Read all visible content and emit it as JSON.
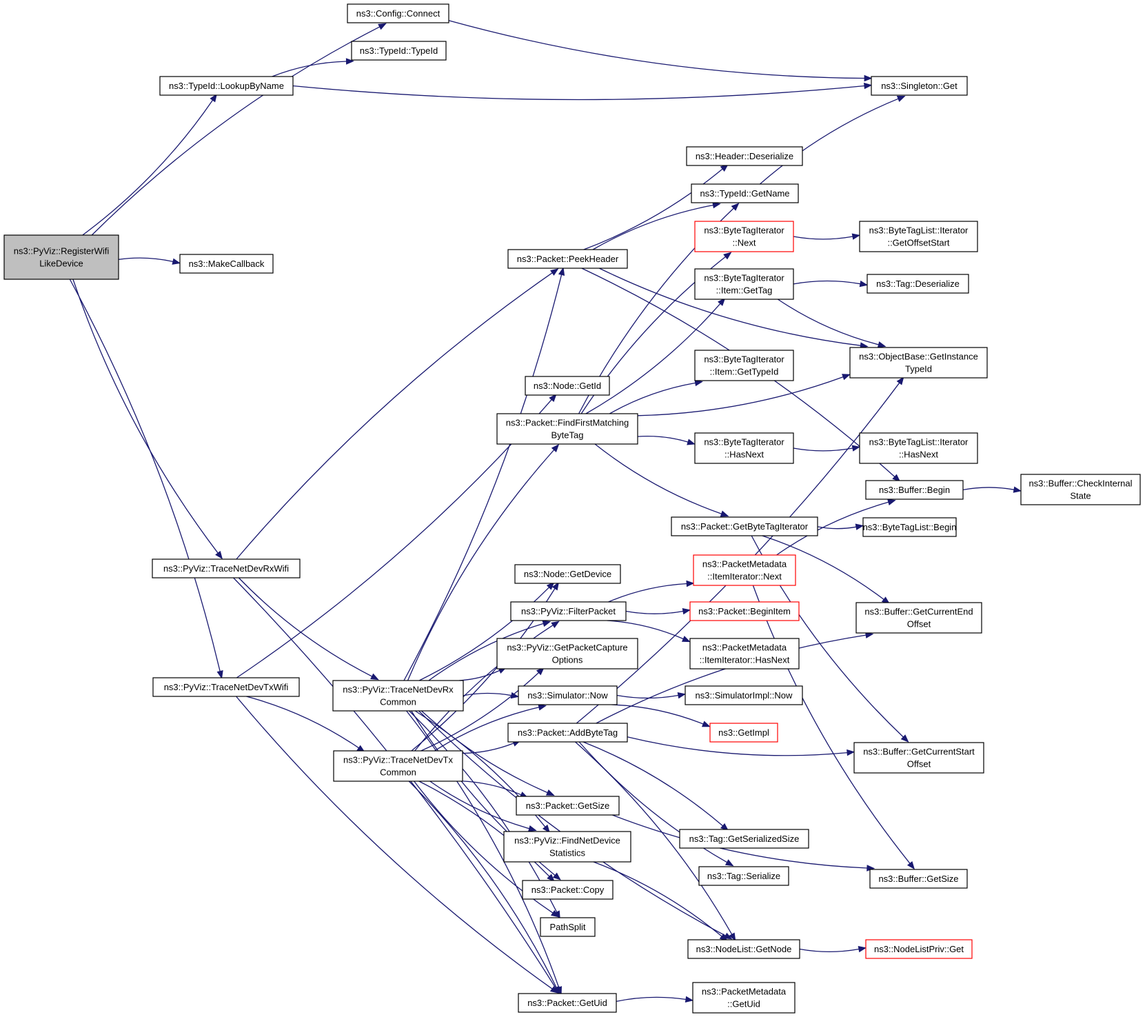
{
  "diagram": {
    "kind": "call-graph",
    "colors": {
      "edge": "#191970",
      "box_border": "#000000",
      "box_border_truncated": "#ff0000",
      "root_fill": "#bfbfbf",
      "background": "#ffffff"
    },
    "nodes": [
      {
        "id": "root",
        "lines": [
          "ns3::PyViz::RegisterWifi",
          "LikeDevice"
        ],
        "style": "root"
      },
      {
        "id": "config_connect",
        "lines": [
          "ns3::Config::Connect"
        ]
      },
      {
        "id": "typeid_typeid",
        "lines": [
          "ns3::TypeId::TypeId"
        ]
      },
      {
        "id": "typeid_lookup",
        "lines": [
          "ns3::TypeId::LookupByName"
        ]
      },
      {
        "id": "singleton_get",
        "lines": [
          "ns3::Singleton::Get"
        ]
      },
      {
        "id": "makecallback",
        "lines": [
          "ns3::MakeCallback"
        ]
      },
      {
        "id": "header_deser",
        "lines": [
          "ns3::Header::Deserialize"
        ]
      },
      {
        "id": "typeid_getname",
        "lines": [
          "ns3::TypeId::GetName"
        ]
      },
      {
        "id": "bti_next",
        "lines": [
          "ns3::ByteTagIterator",
          "::Next"
        ],
        "style": "red"
      },
      {
        "id": "btl_getoffsetstart",
        "lines": [
          "ns3::ByteTagList::Iterator",
          "::GetOffsetStart"
        ]
      },
      {
        "id": "packet_peekheader",
        "lines": [
          "ns3::Packet::PeekHeader"
        ]
      },
      {
        "id": "bti_item_gettag",
        "lines": [
          "ns3::ByteTagIterator",
          "::Item::GetTag"
        ]
      },
      {
        "id": "tag_deser",
        "lines": [
          "ns3::Tag::Deserialize"
        ]
      },
      {
        "id": "objbase_getinst",
        "lines": [
          "ns3::ObjectBase::GetInstance",
          "TypeId"
        ]
      },
      {
        "id": "bti_item_gettypeid",
        "lines": [
          "ns3::ByteTagIterator",
          "::Item::GetTypeId"
        ]
      },
      {
        "id": "node_getid",
        "lines": [
          "ns3::Node::GetId"
        ]
      },
      {
        "id": "packet_ffmbt",
        "lines": [
          "ns3::Packet::FindFirstMatching",
          "ByteTag"
        ]
      },
      {
        "id": "bti_hasnext",
        "lines": [
          "ns3::ByteTagIterator",
          "::HasNext"
        ]
      },
      {
        "id": "btl_hasnext",
        "lines": [
          "ns3::ByteTagList::Iterator",
          "::HasNext"
        ]
      },
      {
        "id": "buffer_begin",
        "lines": [
          "ns3::Buffer::Begin"
        ]
      },
      {
        "id": "buffer_checkinternal",
        "lines": [
          "ns3::Buffer::CheckInternal",
          "State"
        ]
      },
      {
        "id": "packet_getbti",
        "lines": [
          "ns3::Packet::GetByteTagIterator"
        ]
      },
      {
        "id": "btl_begin",
        "lines": [
          "ns3::ByteTagList::Begin"
        ]
      },
      {
        "id": "trace_rxwifi",
        "lines": [
          "ns3::PyViz::TraceNetDevRxWifi"
        ]
      },
      {
        "id": "pm_ii_next",
        "lines": [
          "ns3::PacketMetadata",
          "::ItemIterator::Next"
        ],
        "style": "red"
      },
      {
        "id": "node_getdevice",
        "lines": [
          "ns3::Node::GetDevice"
        ]
      },
      {
        "id": "pyviz_filterpacket",
        "lines": [
          "ns3::PyViz::FilterPacket"
        ]
      },
      {
        "id": "packet_beginitem",
        "lines": [
          "ns3::Packet::BeginItem"
        ],
        "style": "red"
      },
      {
        "id": "buffer_getcurend",
        "lines": [
          "ns3::Buffer::GetCurrentEnd",
          "Offset"
        ]
      },
      {
        "id": "pyviz_getpco",
        "lines": [
          "ns3::PyViz::GetPacketCapture",
          "Options"
        ]
      },
      {
        "id": "pm_ii_hasnext",
        "lines": [
          "ns3::PacketMetadata",
          "::ItemIterator::HasNext"
        ]
      },
      {
        "id": "trace_txwifi",
        "lines": [
          "ns3::PyViz::TraceNetDevTxWifi"
        ]
      },
      {
        "id": "trace_rxcommon",
        "lines": [
          "ns3::PyViz::TraceNetDevRx",
          "Common"
        ]
      },
      {
        "id": "sim_now",
        "lines": [
          "ns3::Simulator::Now"
        ]
      },
      {
        "id": "simimpl_now",
        "lines": [
          "ns3::SimulatorImpl::Now"
        ]
      },
      {
        "id": "getimpl",
        "lines": [
          "ns3::GetImpl"
        ],
        "style": "red"
      },
      {
        "id": "packet_addbytetag",
        "lines": [
          "ns3::Packet::AddByteTag"
        ]
      },
      {
        "id": "trace_txcommon",
        "lines": [
          "ns3::PyViz::TraceNetDevTx",
          "Common"
        ]
      },
      {
        "id": "buffer_getcurstart",
        "lines": [
          "ns3::Buffer::GetCurrentStart",
          "Offset"
        ]
      },
      {
        "id": "packet_getsize",
        "lines": [
          "ns3::Packet::GetSize"
        ]
      },
      {
        "id": "pyviz_findnds",
        "lines": [
          "ns3::PyViz::FindNetDevice",
          "Statistics"
        ]
      },
      {
        "id": "tag_getser",
        "lines": [
          "ns3::Tag::GetSerializedSize"
        ]
      },
      {
        "id": "tag_serialize",
        "lines": [
          "ns3::Tag::Serialize"
        ]
      },
      {
        "id": "buffer_getsize",
        "lines": [
          "ns3::Buffer::GetSize"
        ]
      },
      {
        "id": "packet_copy",
        "lines": [
          "ns3::Packet::Copy"
        ]
      },
      {
        "id": "pathsplit",
        "lines": [
          "PathSplit"
        ]
      },
      {
        "id": "nodelist_getnode",
        "lines": [
          "ns3::NodeList::GetNode"
        ]
      },
      {
        "id": "nodelistpriv_get",
        "lines": [
          "ns3::NodeListPriv::Get"
        ],
        "style": "red"
      },
      {
        "id": "packet_getuid",
        "lines": [
          "ns3::Packet::GetUid"
        ]
      },
      {
        "id": "pm_getuid",
        "lines": [
          "ns3::PacketMetadata",
          "::GetUid"
        ]
      }
    ],
    "edges": [
      [
        "root",
        "config_connect"
      ],
      [
        "root",
        "typeid_lookup"
      ],
      [
        "root",
        "makecallback"
      ],
      [
        "root",
        "trace_rxwifi"
      ],
      [
        "root",
        "trace_txwifi"
      ],
      [
        "config_connect",
        "singleton_get"
      ],
      [
        "typeid_lookup",
        "typeid_typeid"
      ],
      [
        "typeid_lookup",
        "singleton_get"
      ],
      [
        "typeid_getname",
        "singleton_get"
      ],
      [
        "packet_peekheader",
        "header_deser"
      ],
      [
        "packet_peekheader",
        "typeid_getname"
      ],
      [
        "packet_peekheader",
        "objbase_getinst"
      ],
      [
        "packet_peekheader",
        "buffer_begin"
      ],
      [
        "bti_next",
        "btl_getoffsetstart"
      ],
      [
        "bti_item_gettag",
        "tag_deser"
      ],
      [
        "bti_item_gettag",
        "objbase_getinst"
      ],
      [
        "packet_ffmbt",
        "bti_next"
      ],
      [
        "packet_ffmbt",
        "bti_item_gettag"
      ],
      [
        "packet_ffmbt",
        "bti_item_gettypeid"
      ],
      [
        "packet_ffmbt",
        "objbase_getinst"
      ],
      [
        "packet_ffmbt",
        "bti_hasnext"
      ],
      [
        "packet_ffmbt",
        "packet_getbti"
      ],
      [
        "packet_ffmbt",
        "typeid_getname"
      ],
      [
        "bti_hasnext",
        "btl_hasnext"
      ],
      [
        "buffer_begin",
        "buffer_checkinternal"
      ],
      [
        "packet_getbti",
        "btl_begin"
      ],
      [
        "packet_getbti",
        "buffer_getcurend"
      ],
      [
        "packet_getbti",
        "buffer_getcurstart"
      ],
      [
        "trace_rxwifi",
        "packet_peekheader"
      ],
      [
        "trace_rxwifi",
        "trace_rxcommon"
      ],
      [
        "trace_rxwifi",
        "packet_getuid"
      ],
      [
        "trace_txwifi",
        "node_getid"
      ],
      [
        "trace_txwifi",
        "trace_txcommon"
      ],
      [
        "trace_txwifi",
        "packet_getuid"
      ],
      [
        "pm_ii_next",
        "buffer_begin"
      ],
      [
        "pm_ii_next",
        "buffer_getsize"
      ],
      [
        "pyviz_filterpacket",
        "pm_ii_next"
      ],
      [
        "pyviz_filterpacket",
        "packet_beginitem"
      ],
      [
        "pyviz_filterpacket",
        "pm_ii_hasnext"
      ],
      [
        "trace_rxcommon",
        "packet_peekheader"
      ],
      [
        "trace_rxcommon",
        "packet_ffmbt"
      ],
      [
        "trace_rxcommon",
        "node_getdevice"
      ],
      [
        "trace_rxcommon",
        "pyviz_filterpacket"
      ],
      [
        "trace_rxcommon",
        "pyviz_getpco"
      ],
      [
        "trace_rxcommon",
        "sim_now"
      ],
      [
        "trace_rxcommon",
        "packet_getsize"
      ],
      [
        "trace_rxcommon",
        "pyviz_findnds"
      ],
      [
        "trace_rxcommon",
        "packet_copy"
      ],
      [
        "trace_rxcommon",
        "pathsplit"
      ],
      [
        "trace_rxcommon",
        "nodelist_getnode"
      ],
      [
        "trace_rxcommon",
        "packet_getuid"
      ],
      [
        "sim_now",
        "simimpl_now"
      ],
      [
        "sim_now",
        "getimpl"
      ],
      [
        "packet_addbytetag",
        "objbase_getinst"
      ],
      [
        "packet_addbytetag",
        "buffer_getcurend"
      ],
      [
        "packet_addbytetag",
        "buffer_getcurstart"
      ],
      [
        "packet_addbytetag",
        "tag_getser"
      ],
      [
        "packet_addbytetag",
        "tag_serialize"
      ],
      [
        "packet_addbytetag",
        "nodelist_getnode"
      ],
      [
        "trace_txcommon",
        "node_getdevice"
      ],
      [
        "trace_txcommon",
        "pyviz_filterpacket"
      ],
      [
        "trace_txcommon",
        "pyviz_getpco"
      ],
      [
        "trace_txcommon",
        "sim_now"
      ],
      [
        "trace_txcommon",
        "packet_addbytetag"
      ],
      [
        "trace_txcommon",
        "packet_getsize"
      ],
      [
        "trace_txcommon",
        "pyviz_findnds"
      ],
      [
        "trace_txcommon",
        "packet_copy"
      ],
      [
        "trace_txcommon",
        "pathsplit"
      ],
      [
        "trace_txcommon",
        "packet_getuid"
      ],
      [
        "packet_getsize",
        "buffer_getsize"
      ],
      [
        "pyviz_findnds",
        "nodelist_getnode"
      ],
      [
        "nodelist_getnode",
        "nodelistpriv_get"
      ],
      [
        "packet_getuid",
        "pm_getuid"
      ]
    ]
  }
}
